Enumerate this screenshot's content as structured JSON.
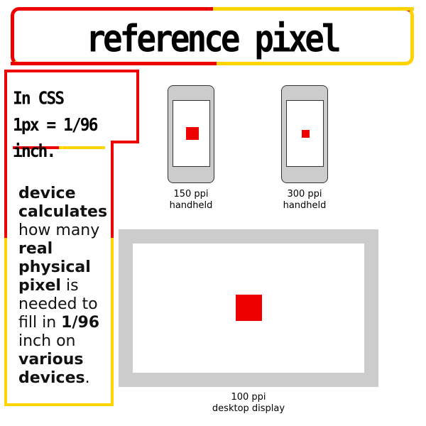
{
  "title": "reference pixel",
  "css_note": {
    "line1": "In CSS",
    "line2": "1px = 1/96 inch."
  },
  "description": {
    "parts": [
      {
        "text": "device",
        "bold": true
      },
      {
        "text": "calculates",
        "bold": true
      },
      {
        "text": "how many",
        "bold": false
      },
      {
        "text": "real",
        "bold": true
      },
      {
        "text": "physical",
        "bold": true
      },
      {
        "text": "pixel",
        "bold": true
      },
      {
        "text": "is",
        "bold": false
      },
      {
        "text": "needed to",
        "bold": false
      },
      {
        "text": "fill in",
        "bold": false
      },
      {
        "text": "1/96",
        "bold": true
      },
      {
        "text": "inch on",
        "bold": false
      },
      {
        "text": "various",
        "bold": true
      },
      {
        "text": "devices",
        "bold": true
      },
      {
        "text": ".",
        "bold": false
      }
    ]
  },
  "devices": [
    {
      "ppi_label": "150 ppi",
      "type_label": "handheld"
    },
    {
      "ppi_label": "300 ppi",
      "type_label": "handheld"
    },
    {
      "ppi_label": "100 ppi",
      "type_label": "desktop display"
    }
  ],
  "colors": {
    "accent_red": "#ee0000",
    "accent_yellow": "#ffd400",
    "device_gray": "#cccccc"
  }
}
